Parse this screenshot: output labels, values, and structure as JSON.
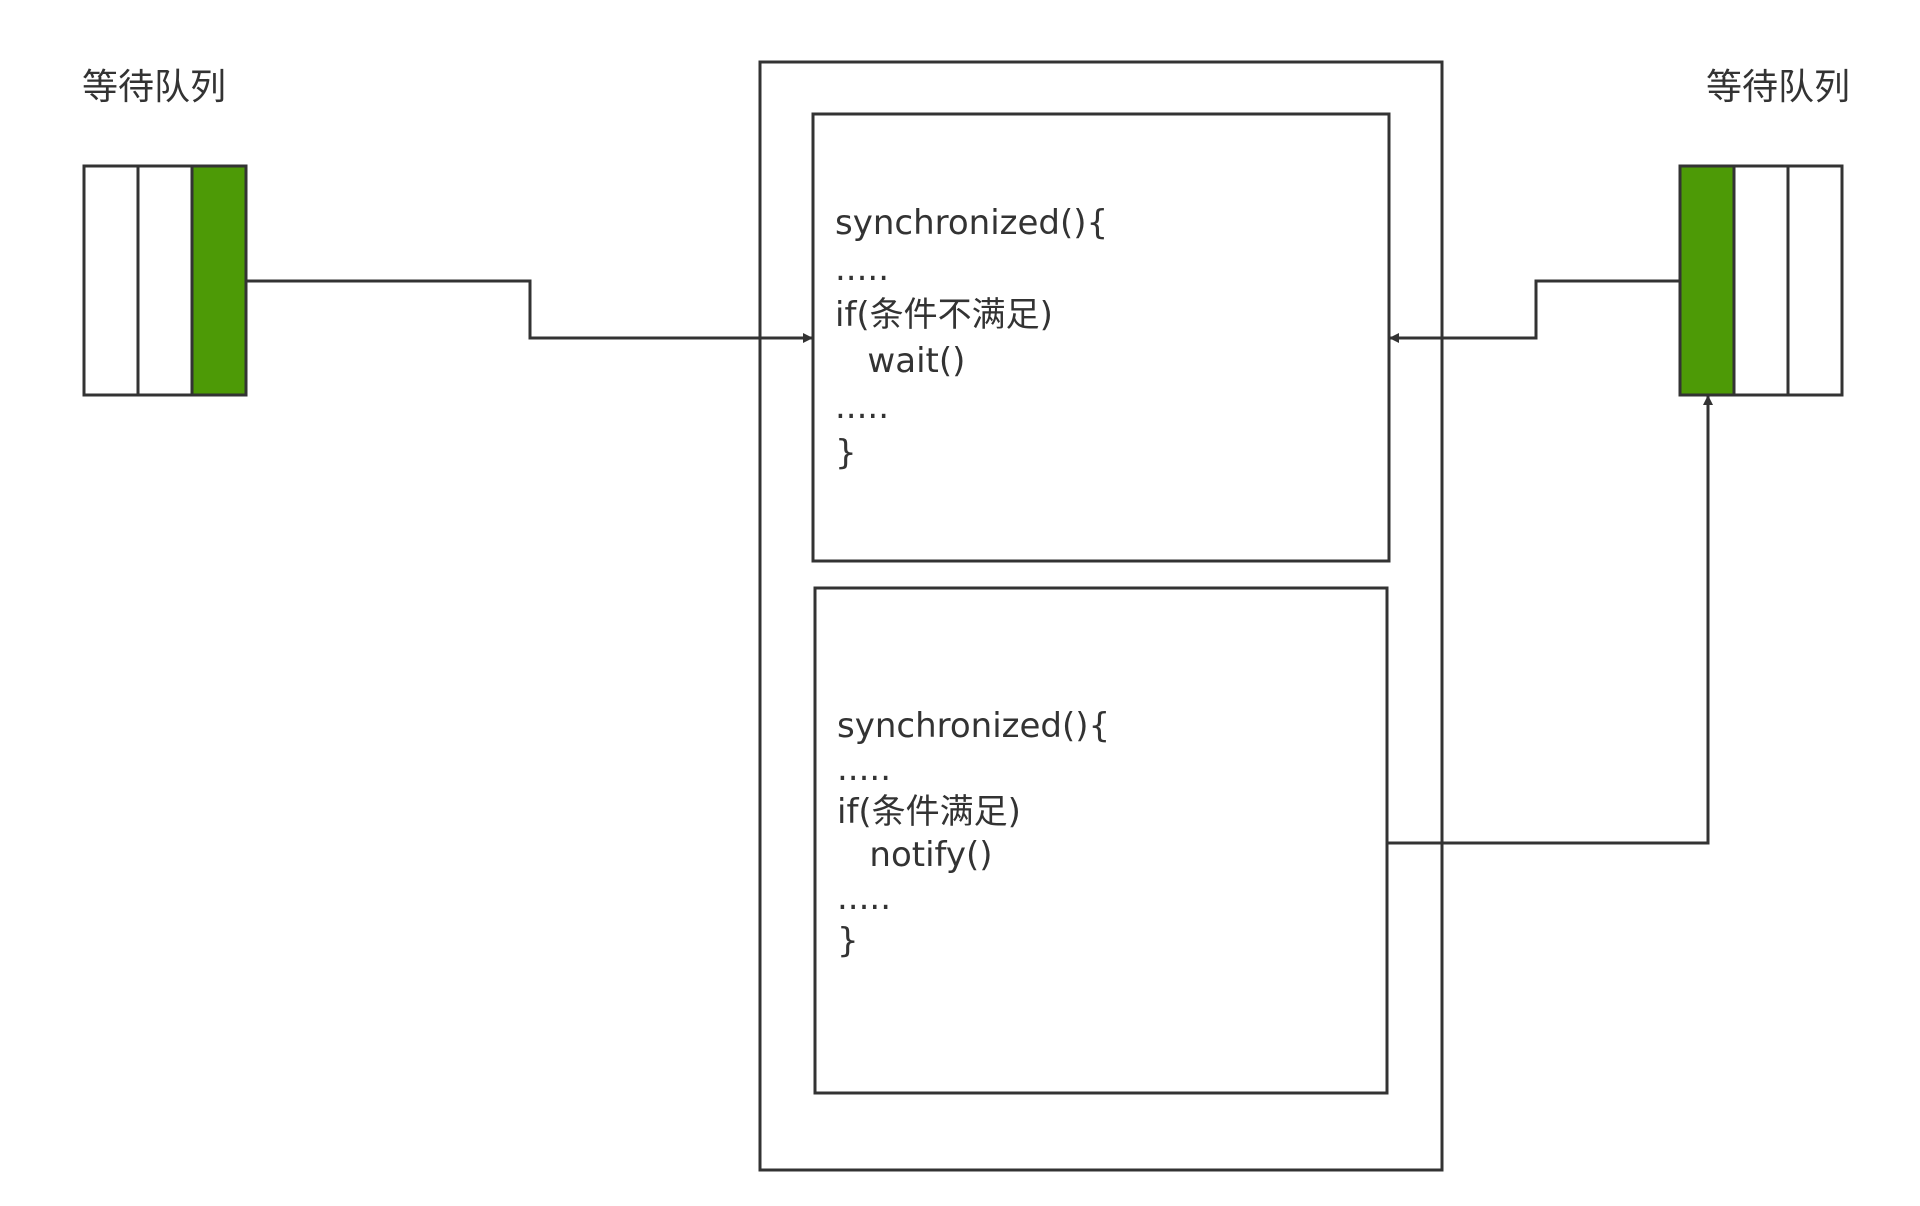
{
  "left_queue": {
    "label": "等待队列",
    "fill_color": "#4d9a06"
  },
  "right_queue": {
    "label": "等待队列",
    "fill_color": "#4d9a06"
  },
  "code_top": {
    "lines": [
      "synchronized(){",
      ".....",
      "if(条件不满足)",
      "   wait()",
      ".....",
      "}"
    ]
  },
  "code_bottom": {
    "lines": [
      "synchronized(){",
      ".....",
      "if(条件满足)",
      "   notify()",
      ".....",
      "}"
    ]
  },
  "colors": {
    "stroke": "#333333",
    "queue_fill": "#4d9a06"
  }
}
